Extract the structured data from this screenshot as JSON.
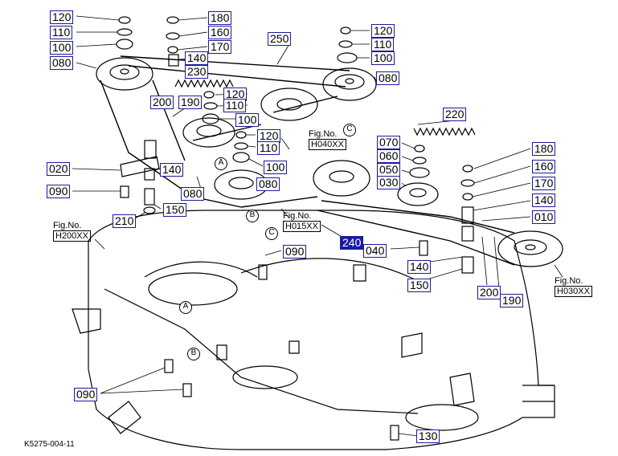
{
  "part_labels": [
    {
      "text": "120",
      "name": "part-120-top-left"
    },
    {
      "text": "110",
      "name": "part-110-top-left"
    },
    {
      "text": "100",
      "name": "part-100-top-left"
    },
    {
      "text": "080",
      "name": "part-080-top-left"
    },
    {
      "text": "180",
      "name": "part-180-top-center"
    },
    {
      "text": "160",
      "name": "part-160-top-center"
    },
    {
      "text": "170",
      "name": "part-170-top-center"
    },
    {
      "text": "140",
      "name": "part-140-top-center"
    },
    {
      "text": "230",
      "name": "part-230"
    },
    {
      "text": "250",
      "name": "part-250"
    },
    {
      "text": "120",
      "name": "part-120-top-right"
    },
    {
      "text": "110",
      "name": "part-110-top-right"
    },
    {
      "text": "100",
      "name": "part-100-top-right"
    },
    {
      "text": "080",
      "name": "part-080-top-right"
    },
    {
      "text": "200",
      "name": "part-200-left"
    },
    {
      "text": "190",
      "name": "part-190-left"
    },
    {
      "text": "120",
      "name": "part-120-center"
    },
    {
      "text": "110",
      "name": "part-110-center"
    },
    {
      "text": "100",
      "name": "part-100-center"
    },
    {
      "text": "120",
      "name": "part-120-center-lower"
    },
    {
      "text": "110",
      "name": "part-110-center-lower"
    },
    {
      "text": "100",
      "name": "part-100-center-lower"
    },
    {
      "text": "080",
      "name": "part-080-center"
    },
    {
      "text": "080",
      "name": "part-080-lower-left"
    },
    {
      "text": "220",
      "name": "part-220"
    },
    {
      "text": "070",
      "name": "part-070"
    },
    {
      "text": "060",
      "name": "part-060"
    },
    {
      "text": "050",
      "name": "part-050"
    },
    {
      "text": "030",
      "name": "part-030"
    },
    {
      "text": "180",
      "name": "part-180-right"
    },
    {
      "text": "160",
      "name": "part-160-right"
    },
    {
      "text": "170",
      "name": "part-170-right"
    },
    {
      "text": "140",
      "name": "part-140-right"
    },
    {
      "text": "010",
      "name": "part-010"
    },
    {
      "text": "020",
      "name": "part-020"
    },
    {
      "text": "140",
      "name": "part-140-left"
    },
    {
      "text": "090",
      "name": "part-090-left"
    },
    {
      "text": "150",
      "name": "part-150-left"
    },
    {
      "text": "210",
      "name": "part-210"
    },
    {
      "text": "090",
      "name": "part-090-center"
    },
    {
      "text": "240",
      "name": "part-240"
    },
    {
      "text": "040",
      "name": "part-040"
    },
    {
      "text": "140",
      "name": "part-140-lower"
    },
    {
      "text": "150",
      "name": "part-150-lower"
    },
    {
      "text": "200",
      "name": "part-200-right"
    },
    {
      "text": "190",
      "name": "part-190-right"
    },
    {
      "text": "090",
      "name": "part-090-bottom"
    },
    {
      "text": "130",
      "name": "part-130"
    }
  ],
  "figure_refs": [
    {
      "line1": "Fig.No.",
      "line2": "H040XX",
      "name": "fig-ref-h040xx"
    },
    {
      "line1": "Fig.No.",
      "line2": "H015XX",
      "name": "fig-ref-h015xx"
    },
    {
      "line1": "Fig.No.",
      "line2": "H200XX",
      "name": "fig-ref-h200xx"
    },
    {
      "line1": "Fig.No.",
      "line2": "H030XX",
      "name": "fig-ref-h030xx"
    }
  ],
  "callouts": [
    "A",
    "B",
    "C",
    "A",
    "B",
    "C"
  ],
  "diagram_code": "K5275-004-11"
}
